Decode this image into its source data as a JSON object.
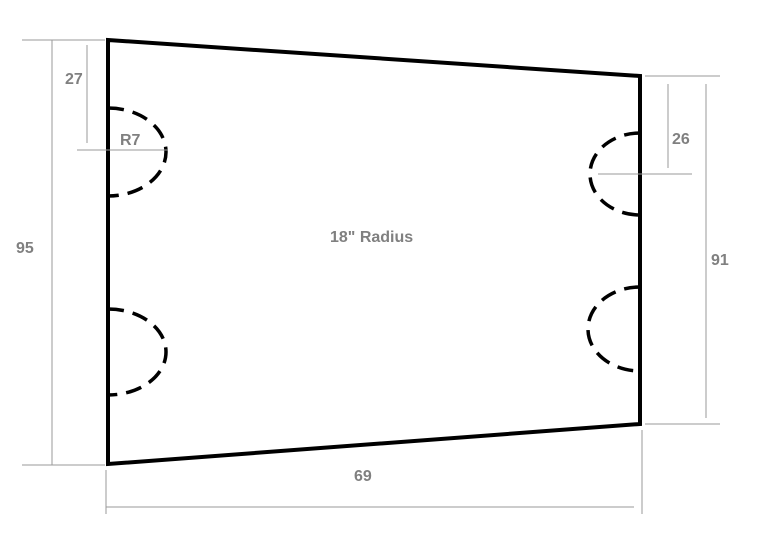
{
  "labels": {
    "left_height": "95",
    "top_left_offset": "27",
    "notch_radius": "R7",
    "center_note": "18\" Radius",
    "right_top_offset": "26",
    "right_height": "91",
    "bottom_width": "69"
  },
  "colors": {
    "outline": "#000000",
    "dimension": "#808080",
    "background": "#ffffff"
  }
}
